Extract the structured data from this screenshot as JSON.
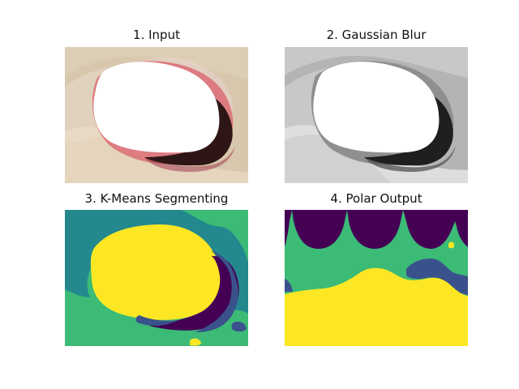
{
  "figure": {
    "panels": [
      {
        "title": "1. Input",
        "kind": "photo",
        "colors": {
          "background": "#d7c7ad",
          "highlight": "#eadfce",
          "shadow": "#c8b49b",
          "red_ring": "#d9515f",
          "dark_ring": "#2f1616",
          "blank": "#ffffff"
        }
      },
      {
        "title": "2. Gaussian Blur",
        "kind": "grayscale",
        "colors": {
          "background": "#b4b4b4",
          "light": "#d8d8d8",
          "mid": "#9a9a9a",
          "dark": "#1f1f1f",
          "blank": "#ffffff"
        }
      },
      {
        "title": "3. K-Means Segmenting",
        "kind": "segmentation",
        "colors": {
          "cluster_teal": "#23898e",
          "cluster_green": "#3bbb76",
          "cluster_purple": "#440154",
          "cluster_blue": "#3a528b",
          "cluster_yellow": "#fde725"
        }
      },
      {
        "title": "4. Polar Output",
        "kind": "segmentation",
        "colors": {
          "cluster_green": "#3bbb76",
          "cluster_purple": "#440154",
          "cluster_blue": "#3a528b",
          "cluster_yellow": "#fde725"
        }
      }
    ]
  }
}
